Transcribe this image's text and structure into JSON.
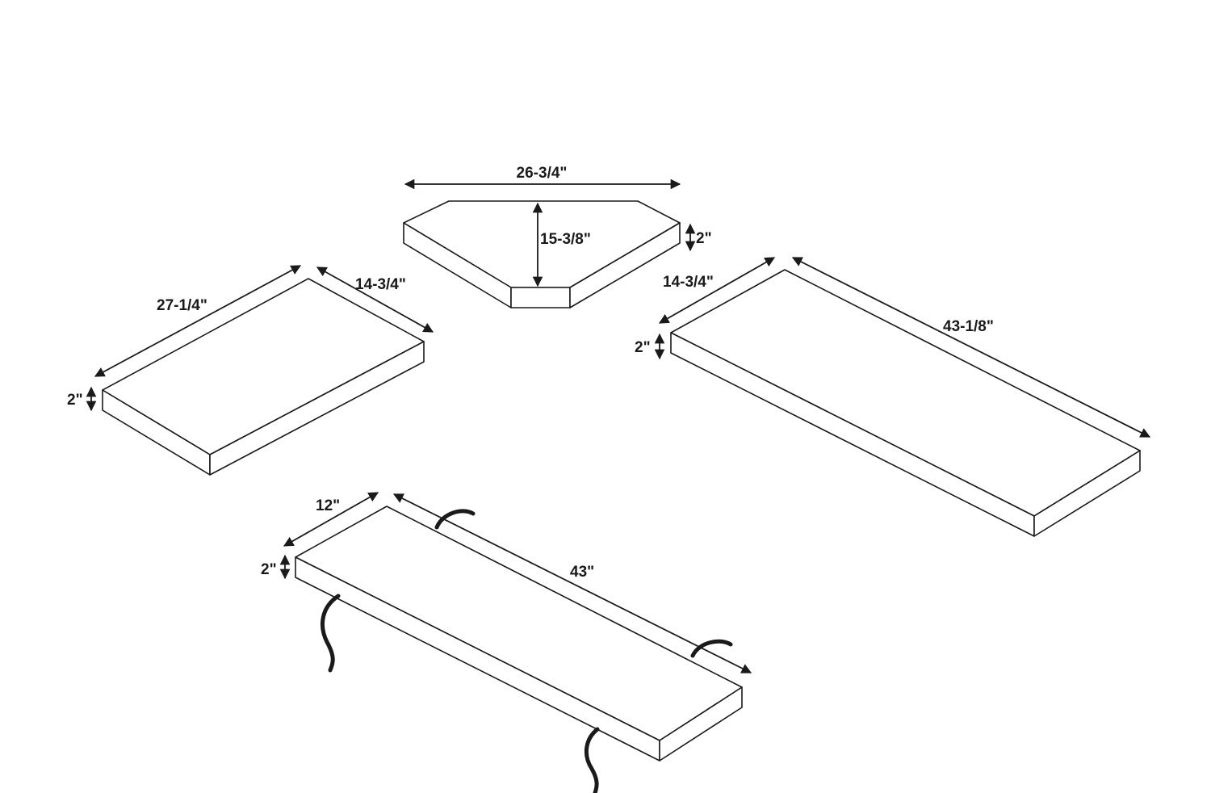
{
  "shelves": {
    "corner": {
      "width_label": "26-3/4\"",
      "depth_label": "15-3/8\"",
      "thickness_label": "2\""
    },
    "left": {
      "length_label": "27-1/4\"",
      "depth_label": "14-3/4\"",
      "thickness_label": "2\""
    },
    "right": {
      "length_label": "43-1/8\"",
      "depth_label": "14-3/4\"",
      "thickness_label": "2\""
    },
    "bottom": {
      "length_label": "43\"",
      "depth_label": "12\"",
      "thickness_label": "2\""
    }
  }
}
